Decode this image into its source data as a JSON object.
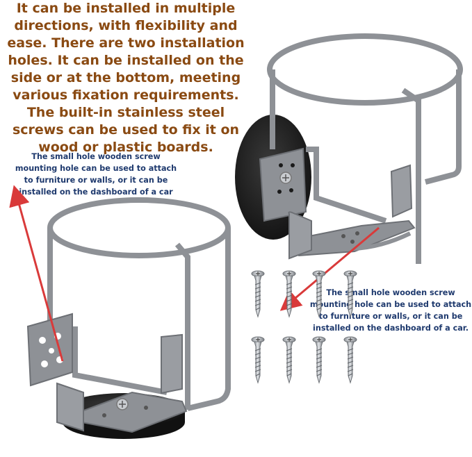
{
  "headline": "It can be installed in multiple directions, with flexibility and ease. There are two installation holes. It can be installed on the side or at the bottom, meeting various fixation requirements. The built-in stainless steel screws can be used to fix it on wood or plastic boards.",
  "note_left": "The small hole wooden screw mounting hole can be used to attach to furniture or walls, or it can be installed on the dashboard of a car",
  "note_right": "The small hole wooden screw mounting hole can be used to attach to furniture or walls, or it can be installed on the dashboard of a car.",
  "colors": {
    "headline": "#8a4a12",
    "note": "#1f3a6e",
    "arrow": "#d93a3a",
    "holder_metal": "#8e9196",
    "base_black": "#1a1a1a",
    "screw": "#b8bcc2"
  },
  "screws": {
    "count": 8
  }
}
